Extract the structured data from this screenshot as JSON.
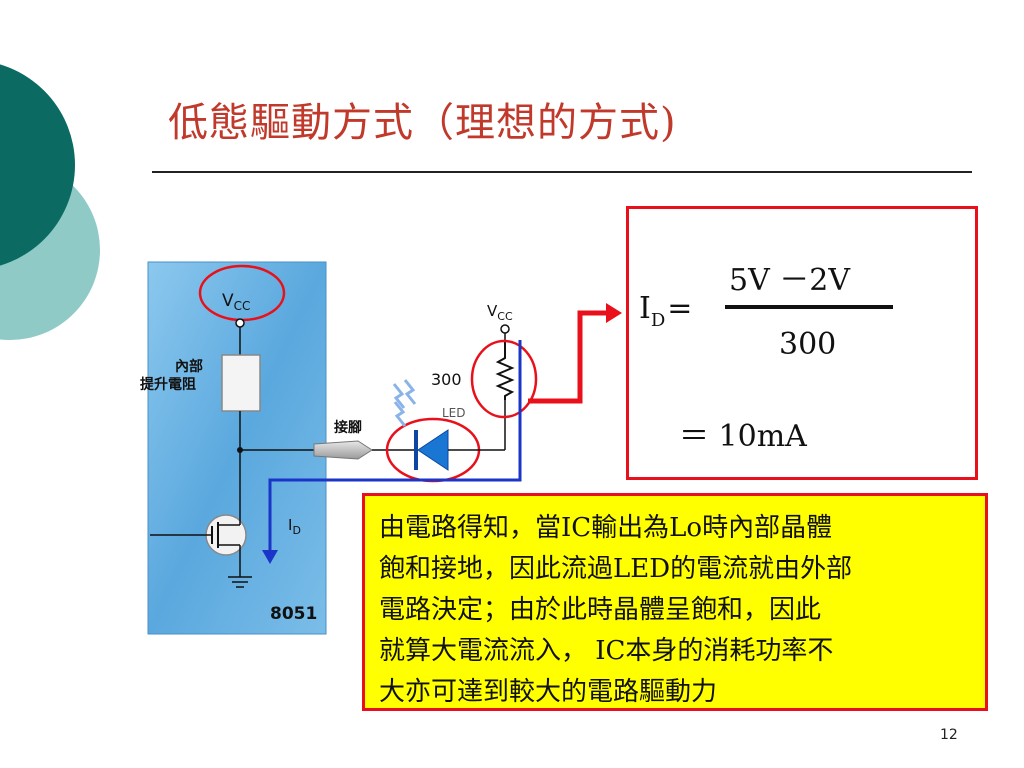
{
  "slide": {
    "title": "低態驅動方式（理想的方式)",
    "page_number": "12"
  },
  "diagram": {
    "chip_vcc": "V",
    "chip_vcc_sub": "CC",
    "pullup_label_line1": "內部",
    "pullup_label_line2": "提升電阻",
    "pin_label": "接腳",
    "current_label": "I",
    "current_label_sub": "D",
    "chip_name": "8051",
    "ext_vcc": "V",
    "ext_vcc_sub": "CC",
    "resistor_value": "300",
    "led_label": "LED"
  },
  "formula": {
    "lhs": "I",
    "lhs_sub": "D",
    "equals": "=",
    "numerator": "5V －2V",
    "denominator": "300",
    "result": "＝ 10mA"
  },
  "note": {
    "lines": [
      "由電路得知，當IC輸出為Lo時內部晶體",
      "飽和接地，因此流過LED的電流就由外部",
      "電路決定；由於此時晶體呈飽和，因此",
      "就算大電流流入， IC本身的消耗功率不",
      "大亦可達到較大的電路驅動力"
    ]
  },
  "colors": {
    "accent_red": "#e8101a",
    "current_blue": "#1a35c8",
    "led_blue": "#1565c0",
    "chip_blue": "#6fb6e6",
    "deco_dark": "#0a6a64",
    "deco_light": "#7cc4c0"
  }
}
